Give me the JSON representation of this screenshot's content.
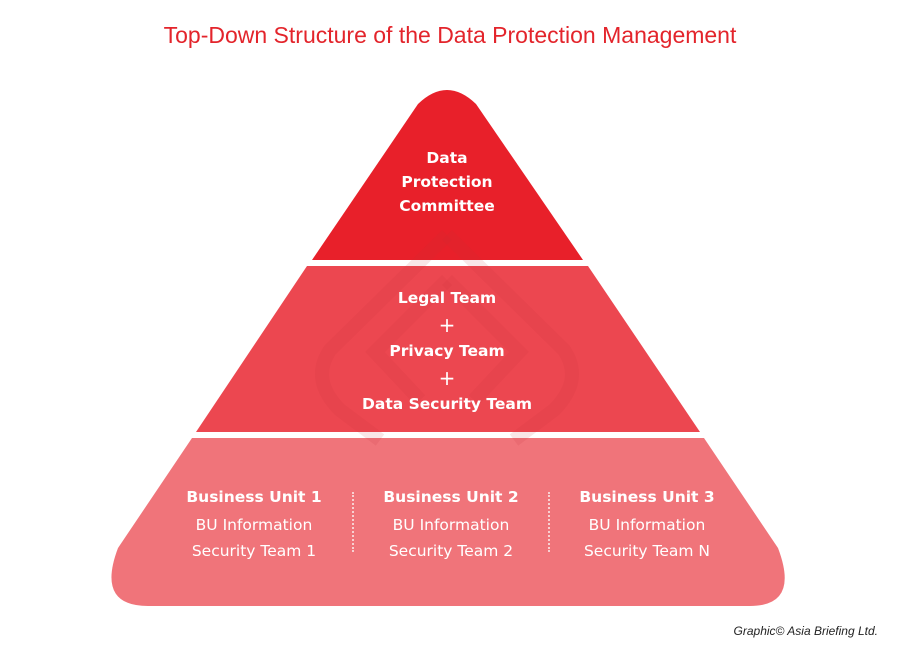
{
  "title": "Top-Down Structure of the Data Protection Management",
  "tiers": [
    {
      "lines": [
        "Data",
        "Protection",
        "Committee"
      ],
      "color": "#e8202a"
    },
    {
      "lines": [
        "Legal Team",
        "+",
        "Privacy Team",
        "+",
        "Data Security Team"
      ],
      "color": "#ec4750"
    },
    {
      "units": [
        {
          "name": "Business Unit 1",
          "team1": "BU Information",
          "team2": "Security Team 1"
        },
        {
          "name": "Business Unit 2",
          "team1": "BU Information",
          "team2": "Security Team 2"
        },
        {
          "name": "Business Unit 3",
          "team1": "BU Information",
          "team2": "Security Team N"
        }
      ],
      "color": "#f0747a"
    }
  ],
  "credit": "Graphic© Asia Briefing Ltd."
}
